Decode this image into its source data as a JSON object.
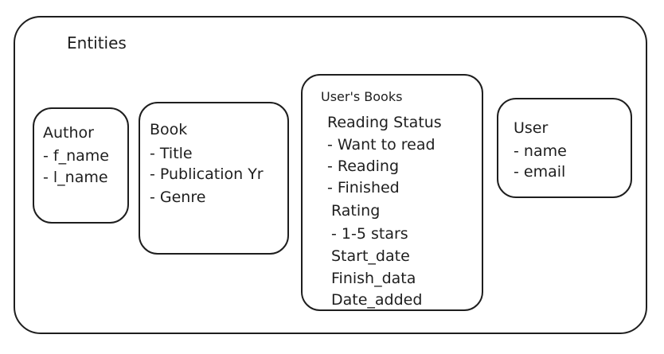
{
  "diagram": {
    "title": "Entities",
    "entities": [
      {
        "name": "Author",
        "fields": [
          "- f_name",
          "- l_name"
        ]
      },
      {
        "name": "Book",
        "fields": [
          "- Title",
          "- Publication Yr",
          "- Genre"
        ]
      },
      {
        "name": "User's Books",
        "lines": [
          "Reading Status",
          "- Want to read",
          "- Reading",
          "- Finished",
          "Rating",
          "- 1-5 stars",
          "Start_date",
          "Finish_data",
          "Date_added"
        ]
      },
      {
        "name": "User",
        "fields": [
          "- name",
          "- email"
        ]
      }
    ]
  }
}
